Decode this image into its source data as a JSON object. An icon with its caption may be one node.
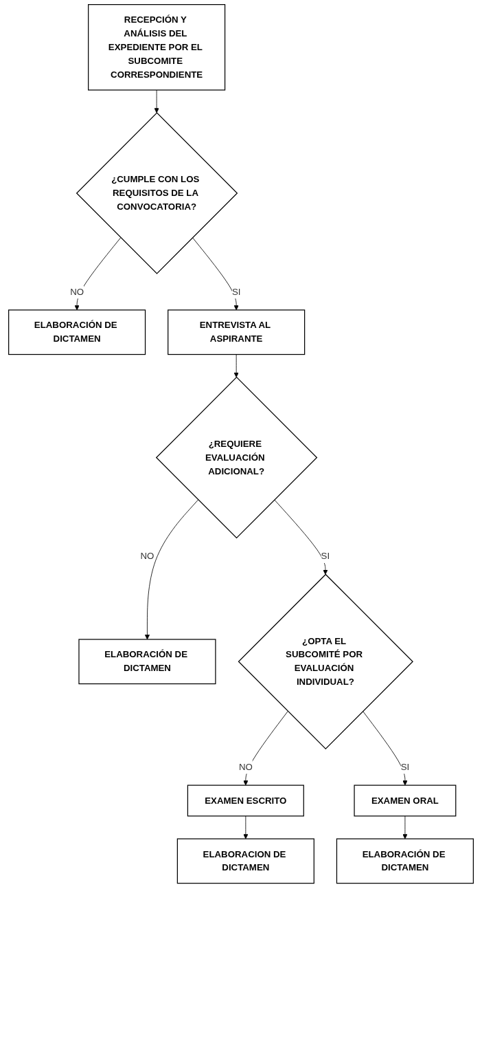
{
  "diagram": {
    "nodes": [
      {
        "text": [
          "RECEPCIÓN Y ANÁLISIS DEL EXPEDIENTE POR EL SUBCOMITE CORRESPONDIENTE"
        ]
      },
      {
        "text": [
          "¿CUMPLE CON LOS REQUISITOS DE LA CONVOCATORIA?"
        ]
      },
      {
        "text": [
          "ELABORACIÓN DE DICTAMEN"
        ]
      },
      {
        "text": [
          "ENTREVISTA AL ASPIRANTE"
        ]
      },
      {
        "text": [
          "¿REQUIERE EVALUACIÓN ADICIONAL?"
        ]
      },
      {
        "text": [
          "ELABORACIÓN DE DICTAMEN"
        ]
      },
      {
        "text": [
          "¿OPTA EL SUBCOMITÉ POR EVALUACIÓN INDIVIDUAL?"
        ]
      },
      {
        "text": [
          "EXAMEN ESCRITO"
        ]
      },
      {
        "text": [
          "EXAMEN ORAL"
        ]
      },
      {
        "text": [
          "ELABORACION DE DICTAMEN"
        ]
      },
      {
        "text": [
          "ELABORACIÓN DE DICTAMEN"
        ]
      }
    ],
    "edges": [
      {
        "from": 0,
        "to": 1,
        "arrow": "to"
      },
      {
        "from": 1,
        "to": 2,
        "arrow": "to",
        "label": "NO"
      },
      {
        "from": 1,
        "to": 3,
        "arrow": "to",
        "label": "SI"
      },
      {
        "from": 3,
        "to": 4,
        "arrow": "to"
      },
      {
        "from": 4,
        "to": 5,
        "arrow": "to",
        "label": "NO"
      },
      {
        "from": 4,
        "to": 6,
        "arrow": "to",
        "label": "SI"
      },
      {
        "from": 6,
        "to": 7,
        "arrow": "to",
        "label": "NO"
      },
      {
        "from": 6,
        "to": 8,
        "arrow": "to",
        "label": "SI"
      },
      {
        "from": 7,
        "to": 9,
        "arrow": "to"
      },
      {
        "from": 8,
        "to": 10,
        "arrow": "to"
      }
    ]
  }
}
